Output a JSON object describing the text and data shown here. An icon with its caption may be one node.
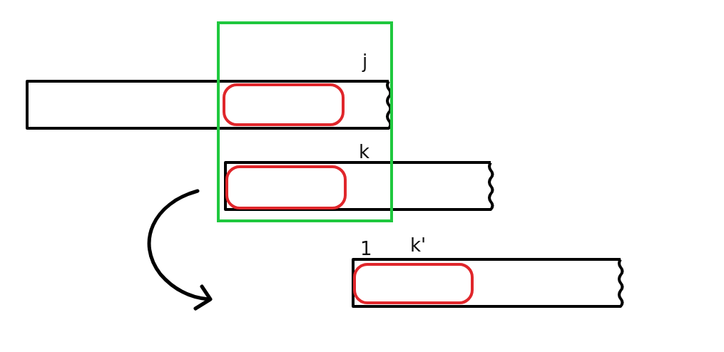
{
  "diagram": {
    "labels": [
      "j",
      "k",
      "1",
      "k'"
    ]
  }
}
